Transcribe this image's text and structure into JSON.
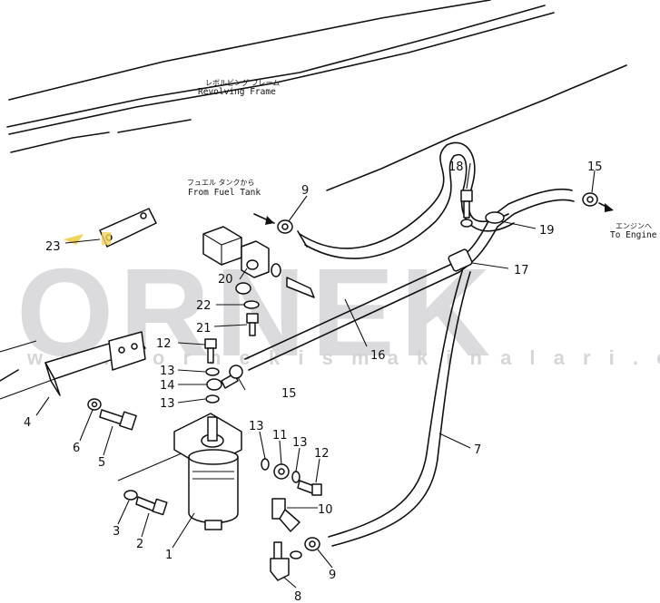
{
  "labels": {
    "revolving_frame_jp": "レボルビング フレーム",
    "revolving_frame": "Revolving Frame",
    "from_fuel_tank_jp": "フュエル タンクから",
    "from_fuel_tank": "From Fuel Tank",
    "to_engine_jp": "エンジンへ",
    "to_engine": "To Engine"
  },
  "parts": {
    "p1": "1",
    "p2": "2",
    "p3": "3",
    "p4": "4",
    "p5": "5",
    "p6": "6",
    "p7": "7",
    "p8": "8",
    "p9a": "9",
    "p9b": "9",
    "p10": "10",
    "p11": "11",
    "p12a": "12",
    "p12b": "12",
    "p13a": "13",
    "p13b": "13",
    "p13c": "13",
    "p13d": "13",
    "p14": "14",
    "p15a": "15",
    "p15b": "15",
    "p16": "16",
    "p17": "17",
    "p18": "18",
    "p19": "19",
    "p20": "20",
    "p21": "21",
    "p22": "22",
    "p23": "23"
  },
  "watermark": {
    "logo": "ORNEK",
    "url": "w w w . o r n e k i s m a k i n a l a r i . c o m . t r"
  },
  "colors": {
    "line": "#111111",
    "watermark": "#cfcfd3",
    "highlight": "#f2d35a"
  }
}
